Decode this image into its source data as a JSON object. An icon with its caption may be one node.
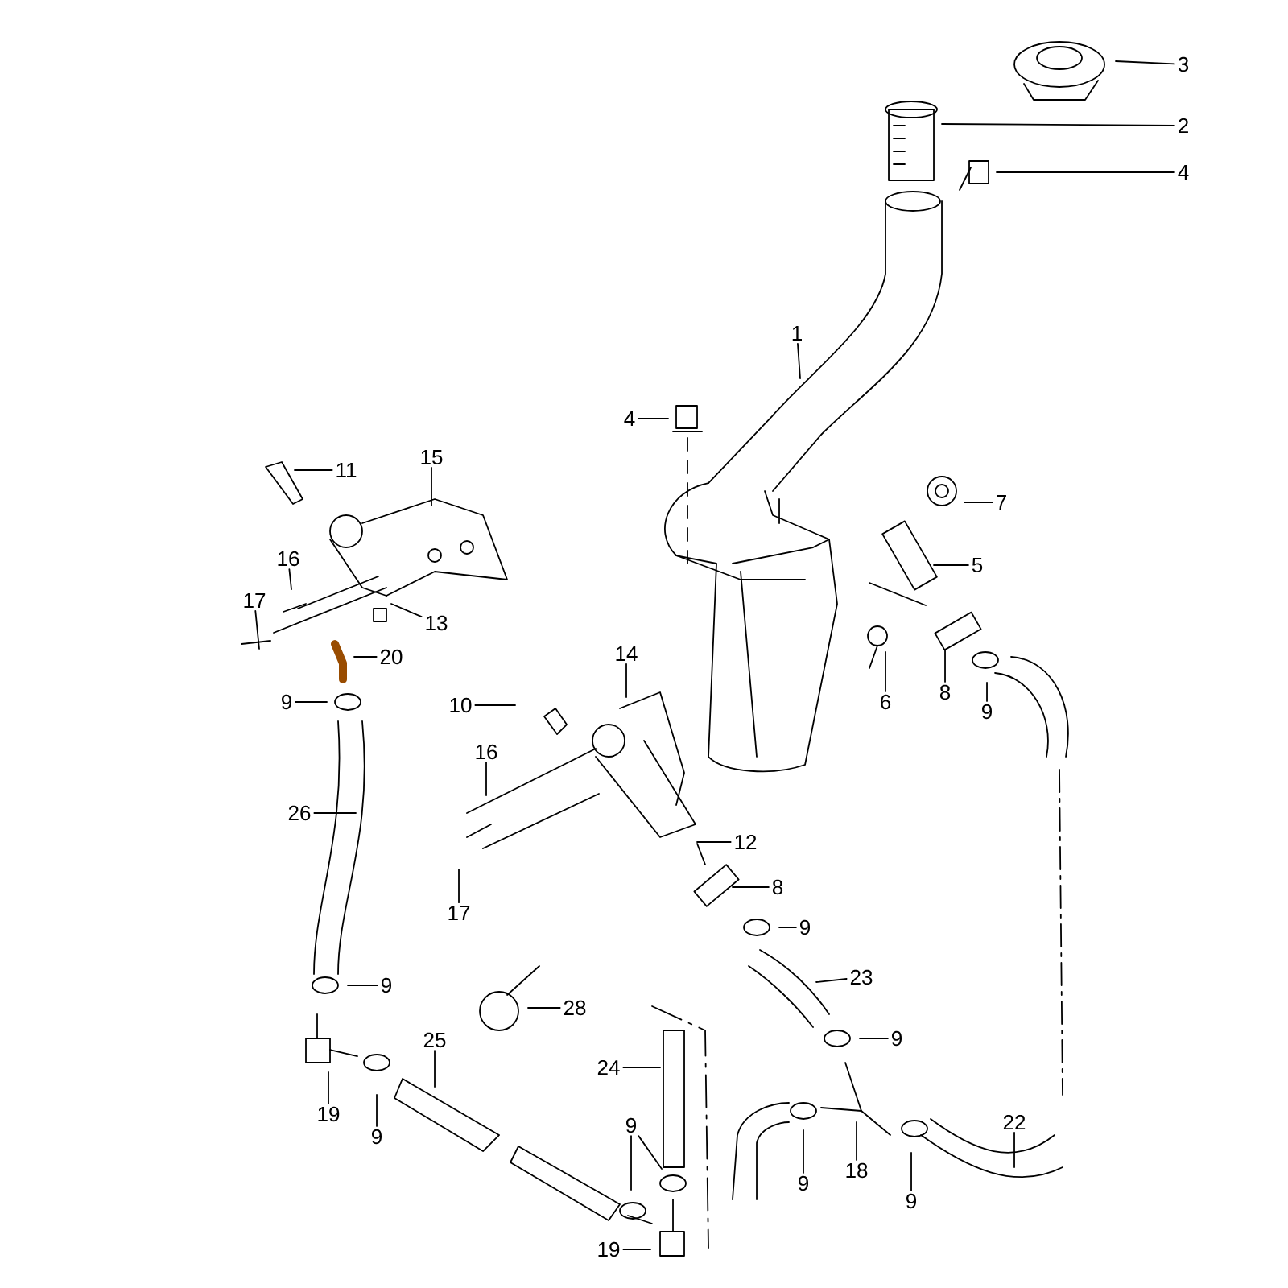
{
  "diagram": {
    "nodes": [
      {
        "text": [
          "3"
        ]
      },
      {
        "text": [
          "2"
        ]
      },
      {
        "text": [
          "4"
        ]
      },
      {
        "text": [
          "1"
        ]
      },
      {
        "text": [
          "4"
        ]
      },
      {
        "text": [
          "11"
        ]
      },
      {
        "text": [
          "15"
        ]
      },
      {
        "text": [
          "7"
        ]
      },
      {
        "text": [
          "16"
        ]
      },
      {
        "text": [
          "5"
        ]
      },
      {
        "text": [
          "17"
        ]
      },
      {
        "text": [
          "13"
        ]
      },
      {
        "text": [
          "6"
        ]
      },
      {
        "text": [
          "8"
        ]
      },
      {
        "text": [
          "9"
        ]
      },
      {
        "text": [
          "20"
        ]
      },
      {
        "text": [
          "14"
        ]
      },
      {
        "text": [
          "9"
        ]
      },
      {
        "text": [
          "10"
        ]
      },
      {
        "text": [
          "16"
        ]
      },
      {
        "text": [
          "26"
        ]
      },
      {
        "text": [
          "12"
        ]
      },
      {
        "text": [
          "17"
        ]
      },
      {
        "text": [
          "8"
        ]
      },
      {
        "text": [
          "9"
        ]
      },
      {
        "text": [
          "23"
        ]
      },
      {
        "text": [
          "9"
        ]
      },
      {
        "text": [
          "28"
        ]
      },
      {
        "text": [
          "9"
        ]
      },
      {
        "text": [
          "25"
        ]
      },
      {
        "text": [
          "24"
        ]
      },
      {
        "text": [
          "19"
        ]
      },
      {
        "text": [
          "9"
        ]
      },
      {
        "text": [
          "22"
        ]
      },
      {
        "text": [
          "9"
        ]
      },
      {
        "text": [
          "9"
        ]
      },
      {
        "text": [
          "18"
        ]
      },
      {
        "text": [
          "9"
        ]
      },
      {
        "text": [
          "19"
        ]
      }
    ],
    "edges": [
      {
        "from": 0,
        "to": null,
        "arrow": "none"
      },
      {
        "from": 1,
        "to": null,
        "arrow": "none"
      },
      {
        "from": 2,
        "to": null,
        "arrow": "none"
      },
      {
        "from": 3,
        "to": null,
        "arrow": "none"
      },
      {
        "from": 4,
        "to": null,
        "arrow": "none"
      },
      {
        "from": 5,
        "to": null,
        "arrow": "none"
      },
      {
        "from": 6,
        "to": null,
        "arrow": "none"
      },
      {
        "from": 7,
        "to": null,
        "arrow": "none"
      },
      {
        "from": 8,
        "to": null,
        "arrow": "none"
      },
      {
        "from": 9,
        "to": null,
        "arrow": "none"
      },
      {
        "from": 10,
        "to": null,
        "arrow": "none"
      },
      {
        "from": 11,
        "to": null,
        "arrow": "none"
      },
      {
        "from": 12,
        "to": null,
        "arrow": "none"
      },
      {
        "from": 13,
        "to": null,
        "arrow": "none"
      },
      {
        "from": 14,
        "to": null,
        "arrow": "none"
      },
      {
        "from": 15,
        "to": null,
        "arrow": "none"
      },
      {
        "from": 16,
        "to": null,
        "arrow": "none"
      },
      {
        "from": 17,
        "to": null,
        "arrow": "none"
      },
      {
        "from": 18,
        "to": null,
        "arrow": "none"
      },
      {
        "from": 19,
        "to": null,
        "arrow": "none"
      },
      {
        "from": 20,
        "to": null,
        "arrow": "none"
      },
      {
        "from": 21,
        "to": null,
        "arrow": "none"
      },
      {
        "from": 22,
        "to": null,
        "arrow": "none"
      },
      {
        "from": 23,
        "to": null,
        "arrow": "none"
      },
      {
        "from": 24,
        "to": null,
        "arrow": "none"
      },
      {
        "from": 25,
        "to": null,
        "arrow": "none"
      },
      {
        "from": 26,
        "to": null,
        "arrow": "none"
      },
      {
        "from": 27,
        "to": null,
        "arrow": "none"
      },
      {
        "from": 28,
        "to": null,
        "arrow": "none"
      },
      {
        "from": 29,
        "to": null,
        "arrow": "none"
      },
      {
        "from": 30,
        "to": null,
        "arrow": "none"
      },
      {
        "from": 31,
        "to": null,
        "arrow": "none"
      },
      {
        "from": 32,
        "to": null,
        "arrow": "none"
      },
      {
        "from": 33,
        "to": null,
        "arrow": "none"
      },
      {
        "from": 34,
        "to": null,
        "arrow": "none"
      },
      {
        "from": 34,
        "to": null,
        "arrow": "none"
      },
      {
        "from": 35,
        "to": null,
        "arrow": "none"
      },
      {
        "from": 36,
        "to": null,
        "arrow": "none"
      },
      {
        "from": 37,
        "to": null,
        "arrow": "none"
      },
      {
        "from": 38,
        "to": null,
        "arrow": "none"
      }
    ]
  }
}
